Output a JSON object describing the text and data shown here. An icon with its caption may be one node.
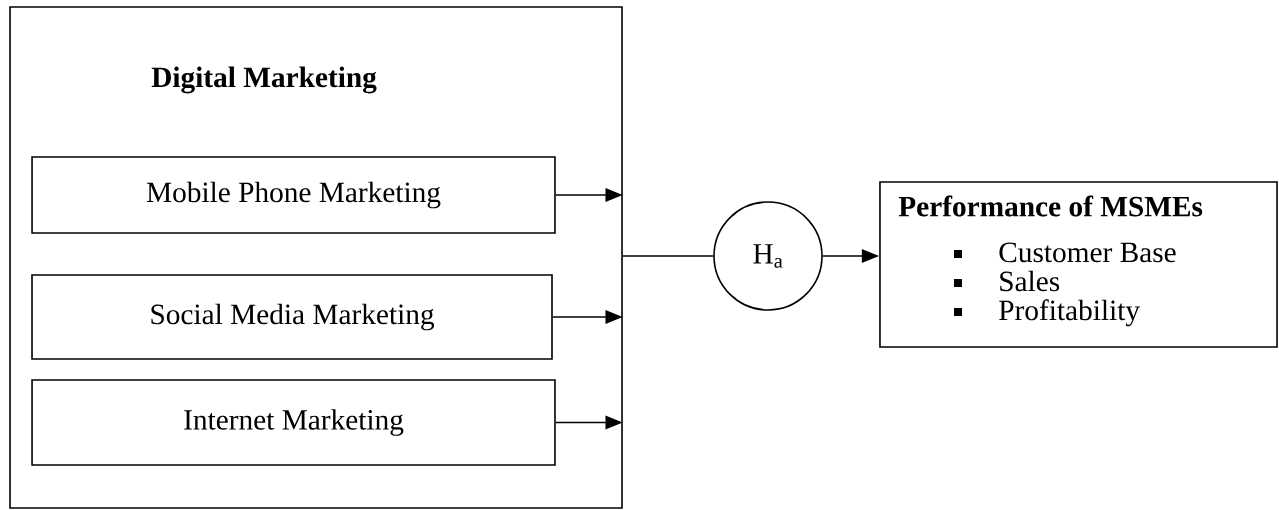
{
  "diagram": {
    "nodes": [
      {
        "text": [
          "Digital Marketing"
        ]
      },
      {
        "text": [
          "Mobile Phone Marketing"
        ],
        "in": 0
      },
      {
        "text": [
          "Social Media Marketing"
        ],
        "in": 0
      },
      {
        "text": [
          "Internet Marketing"
        ],
        "in": 0
      },
      {
        "text": [
          "H$_{a}$"
        ]
      },
      {
        "text": [
          "Performance of MSMEs",
          "Customer Base",
          "Sales",
          "Profitability"
        ]
      }
    ],
    "edges": [
      {
        "from": 1,
        "to": 0,
        "arrow": "to"
      },
      {
        "from": 2,
        "to": 0,
        "arrow": "to"
      },
      {
        "from": 3,
        "to": 0,
        "arrow": "to"
      },
      {
        "from": 0,
        "to": 4,
        "arrow": "none"
      },
      {
        "from": 4,
        "to": 5,
        "arrow": "to"
      }
    ]
  }
}
